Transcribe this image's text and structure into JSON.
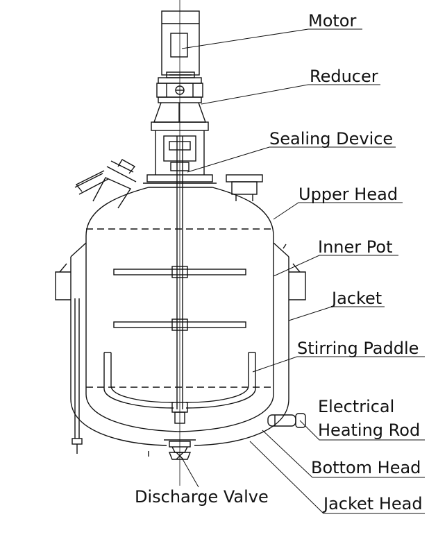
{
  "diagram": {
    "labels": {
      "motor": "Motor",
      "reducer": "Reducer",
      "sealing_device": "Sealing Device",
      "upper_head": "Upper Head",
      "inner_pot": "Inner Pot",
      "jacket": "Jacket",
      "stirring_paddle": "Stirring Paddle",
      "electrical_heating_rod_line1": "Electrical",
      "electrical_heating_rod_line2": "Heating Rod",
      "bottom_head": "Bottom Head",
      "discharge_valve": "Discharge Valve",
      "jacket_head": "Jacket Head"
    },
    "colors": {
      "line": "#111111",
      "background": "#ffffff"
    }
  }
}
